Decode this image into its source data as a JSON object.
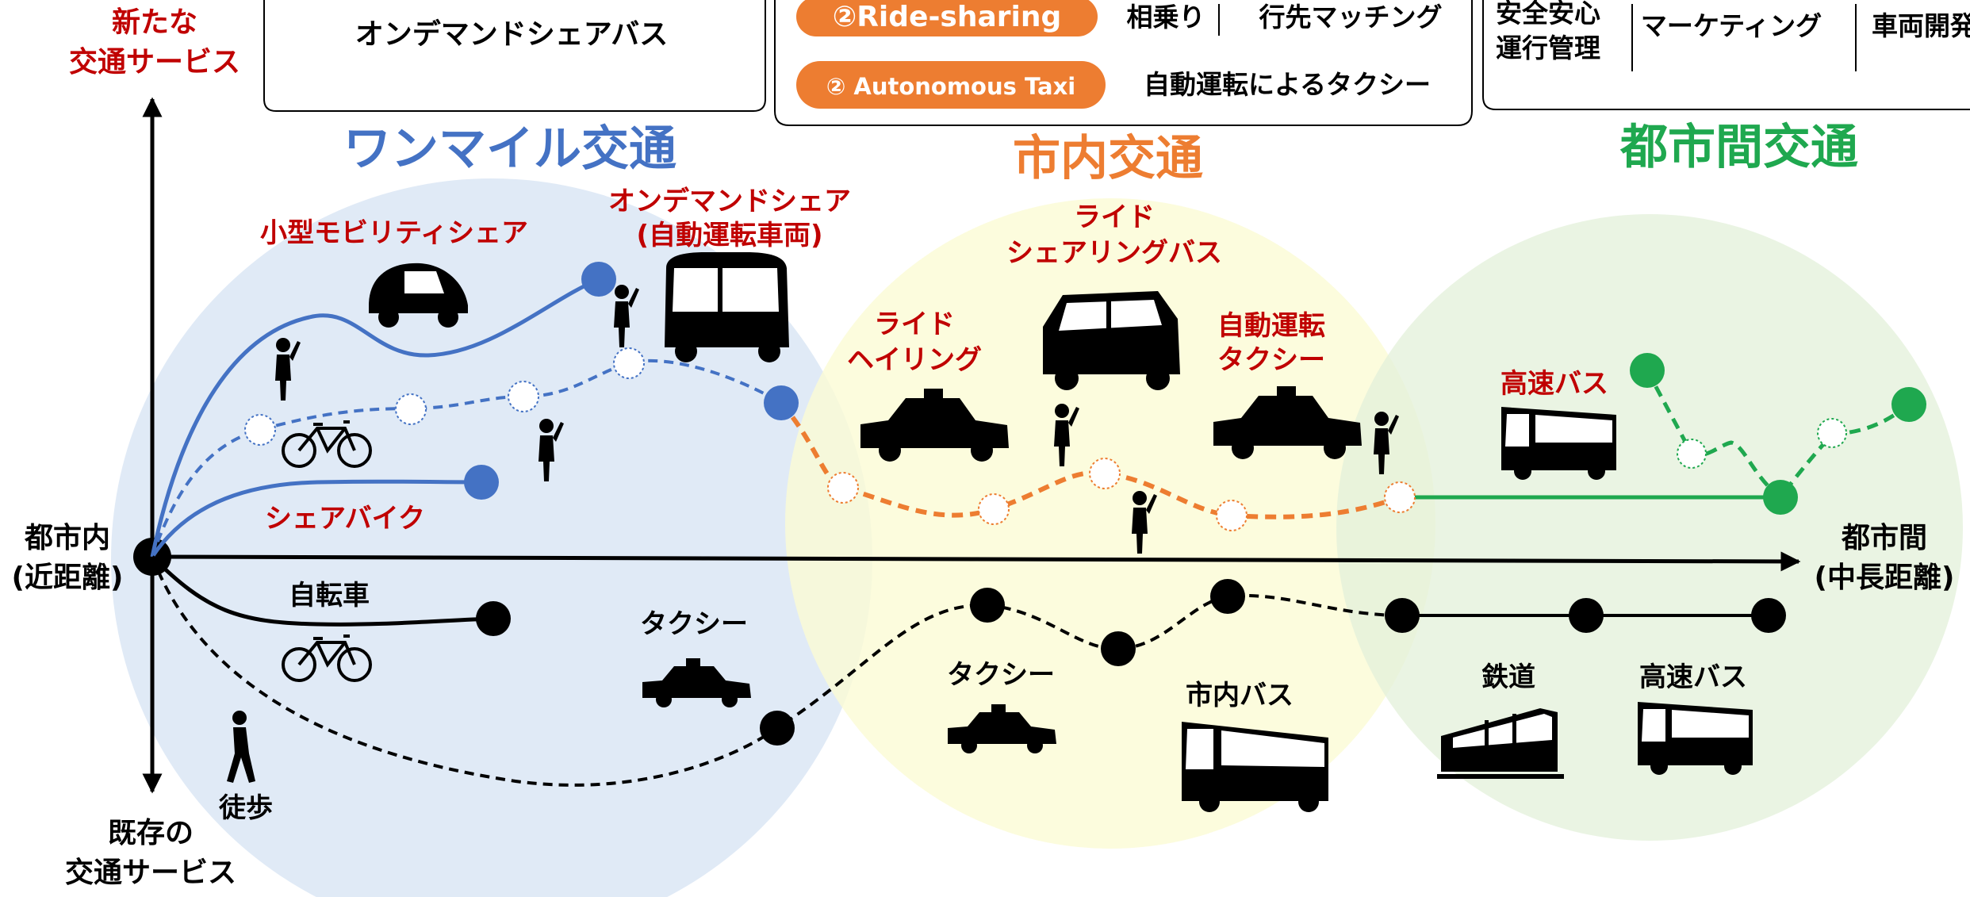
{
  "header": {
    "box1_text": "オンデマンドシェアバス",
    "box2_rows": [
      {
        "pill": "②Ride-sharing",
        "text_a": "相乗り",
        "text_b": "行先マッチング"
      },
      {
        "pill": "② Autonomous Taxi",
        "text_a": "自動運転によるタクシー"
      }
    ],
    "box3_cells": [
      "安全安心\n運行管理",
      "マーケティング",
      "車両開発"
    ]
  },
  "axes": {
    "top_label": "新たな\n交通サービス",
    "bottom_label": "既存の\n交通サービス",
    "left_label": "都市内\n(近距離)",
    "right_label": "都市間\n(中長距離)"
  },
  "zones": {
    "one_mile": "ワンマイル交通",
    "city": "市内交通",
    "intercity": "都市間交通"
  },
  "new_services": {
    "small_mobility": "小型モビリティシェア",
    "ondemand_share": "オンデマンドシェア\n(自動運転車両)",
    "share_bike": "シェアバイク",
    "ride_hailing": "ライド\nヘイリング",
    "ride_sharing_bus": "ライド\nシェアリングバス",
    "autonomous_taxi": "自動運転\nタクシー",
    "highway_bus": "高速バス"
  },
  "existing_services": {
    "bicycle": "自転車",
    "walking": "徒歩",
    "taxi_short": "タクシー",
    "taxi_city": "タクシー",
    "city_bus": "市内バス",
    "railway": "鉄道",
    "highway_bus": "高速バス"
  },
  "colors": {
    "blue": "#4472c4",
    "orange": "#ed7d31",
    "green": "#1fa84f",
    "red_label": "#c00000",
    "zone_blue": "#dbe6f5",
    "zone_yellow": "#fbfbd4",
    "zone_green": "#e3f0da"
  }
}
